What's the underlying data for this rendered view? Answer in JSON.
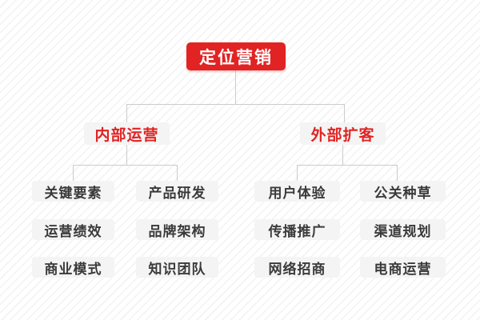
{
  "diagram": {
    "root": {
      "label": "定位营销"
    },
    "branches": [
      {
        "label": "内部运营",
        "children": [
          "关键要素",
          "产品研发",
          "运营绩效",
          "品牌架构",
          "商业模式",
          "知识团队"
        ]
      },
      {
        "label": "外部扩客",
        "children": [
          "用户体验",
          "公关种草",
          "传播推广",
          "渠道规划",
          "网络招商",
          "电商运营"
        ]
      }
    ]
  },
  "colors": {
    "accent_red": "#e12323",
    "node_bg": "#f4f4f4",
    "connector_line": "#cbcbcb",
    "leaf_text": "#3a3a3a",
    "root_text": "#ffffff"
  }
}
